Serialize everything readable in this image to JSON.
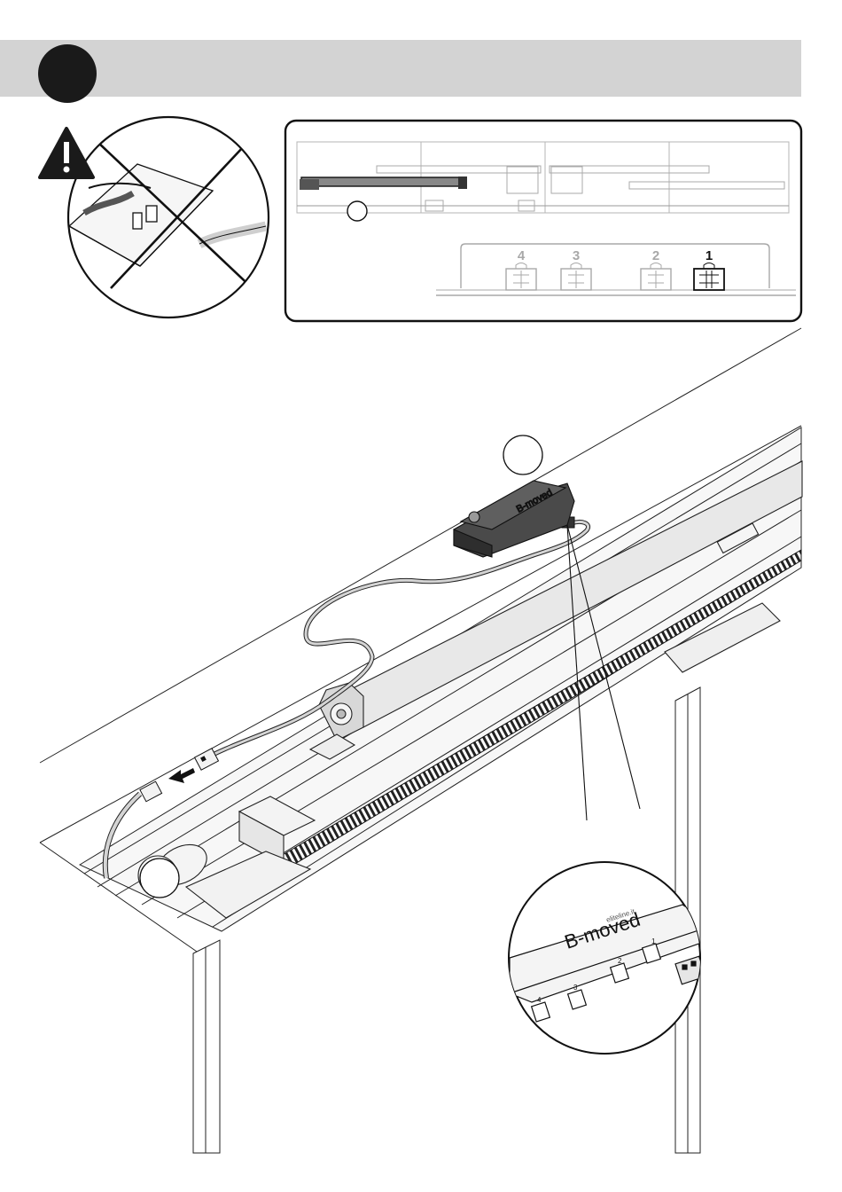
{
  "header": {
    "step_marker": ""
  },
  "ports": [
    {
      "label": "4",
      "active": false
    },
    {
      "label": "3",
      "active": false
    },
    {
      "label": "2",
      "active": false
    },
    {
      "label": "1",
      "active": true
    }
  ],
  "controller": {
    "brand": "B-moved",
    "site": "eliteline.it",
    "port_labels": [
      "4",
      "3",
      "2",
      "1"
    ]
  },
  "colors": {
    "band": "#d3d3d3",
    "ink": "#1a1a1a",
    "muted": "#a8a8a8",
    "cable": "#bdbdbd"
  }
}
